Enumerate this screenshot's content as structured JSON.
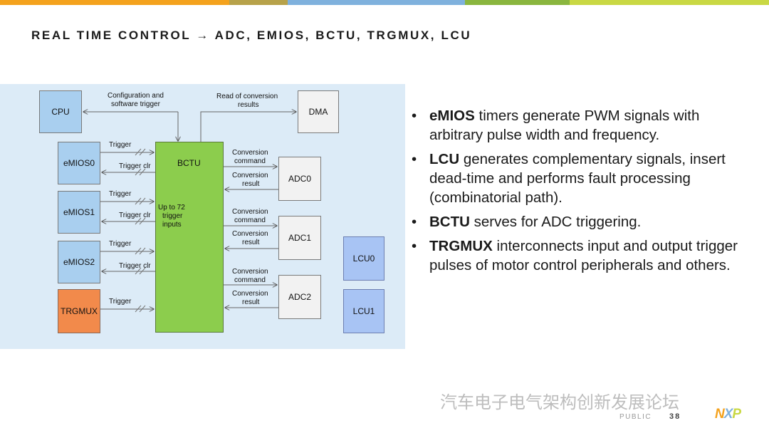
{
  "header": {
    "title": "REAL TIME CONTROL → ADC, EMIOS, BCTU, TRGMUX, LCU",
    "color_bar": [
      "#f4a21d",
      "#b7a24a",
      "#7fb1dd",
      "#8ab63f",
      "#c9d844"
    ]
  },
  "diagram": {
    "boxes": {
      "cpu": "CPU",
      "dma": "DMA",
      "bctu": "BCTU",
      "emios0": "eMIOS0",
      "emios1": "eMIOS1",
      "emios2": "eMIOS2",
      "trgmux": "TRGMUX",
      "adc0": "ADC0",
      "adc1": "ADC1",
      "adc2": "ADC2",
      "lcu0": "LCU0",
      "lcu1": "LCU1"
    },
    "labels": {
      "config_line1": "Configuration and",
      "config_line2": "software trigger",
      "read_line1": "Read of conversion",
      "read_line2": "results",
      "up_line1": "Up to 72",
      "up_line2": "trigger",
      "up_line3": "inputs",
      "trigger": "Trigger",
      "trigger_clr": "Trigger clr",
      "conv": "Conversion",
      "command": "command",
      "result": "result"
    },
    "colors": {
      "background": "#dcebf7",
      "bctu": "#8ccd4d",
      "emios": "#a9cfef",
      "trgmux": "#f28a4b",
      "adc": "#f2f2f2",
      "lcu": "#a8c4f4"
    }
  },
  "bullets": [
    {
      "bold": "eMIOS",
      "text": " timers generate PWM signals with arbitrary pulse width and frequency."
    },
    {
      "bold": "LCU",
      "text": " generates complementary signals, insert dead-time and performs fault processing (combinatorial path)."
    },
    {
      "bold": "BCTU",
      "text": " serves for ADC triggering."
    },
    {
      "bold": "TRGMUX",
      "text": " interconnects input and output trigger pulses of motor control peripherals and others."
    }
  ],
  "bullet_symbol": "•",
  "footer": {
    "classification": "PUBLIC",
    "page": "38",
    "watermark": "汽车电子电气架构创新发展论坛",
    "logo": "NXP"
  }
}
